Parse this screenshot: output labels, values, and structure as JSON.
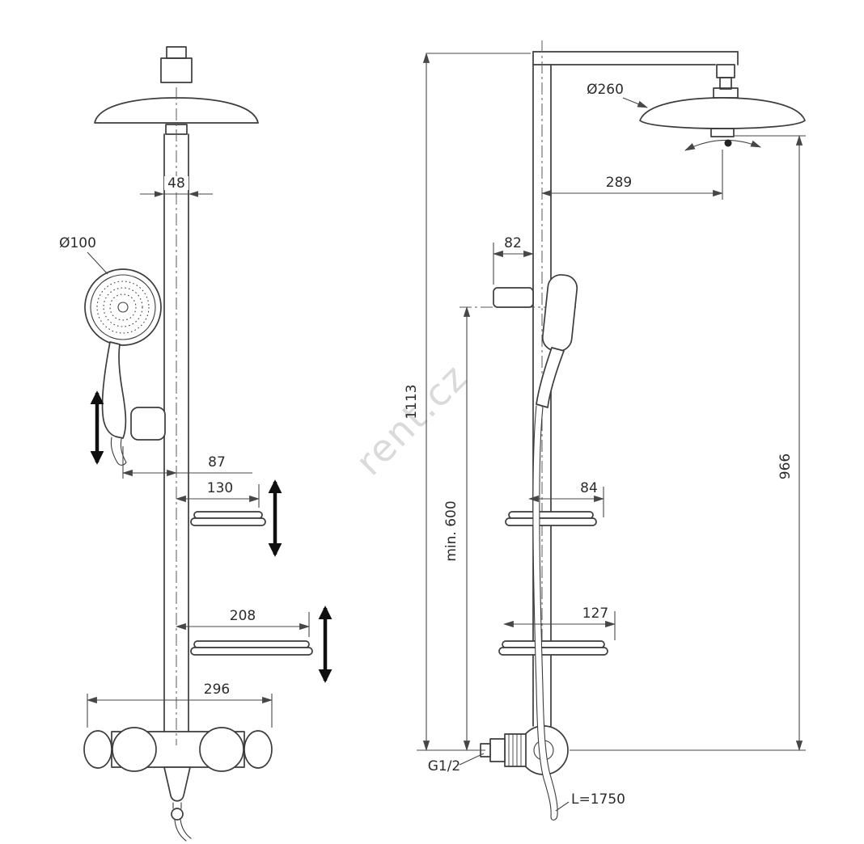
{
  "watermark": "rent.cz",
  "front_view": {
    "pipe_width": "48",
    "handshower_diameter": "Ø100",
    "offset_87": "87",
    "shelf_offset_130": "130",
    "shelf_offset_208": "208",
    "mixer_width": "296"
  },
  "side_view": {
    "head_diameter": "Ø260",
    "head_reach": "289",
    "bracket_depth": "82",
    "total_height": "1113",
    "min_height": "min. 600",
    "shelf_depth_84": "84",
    "shelf_depth_127": "127",
    "height_966": "966",
    "connection": "G1/2",
    "hose_length": "L=1750"
  },
  "colors": {
    "line": "#3c3c3c",
    "dimension": "#474747",
    "watermark": "#d6d6d6"
  }
}
